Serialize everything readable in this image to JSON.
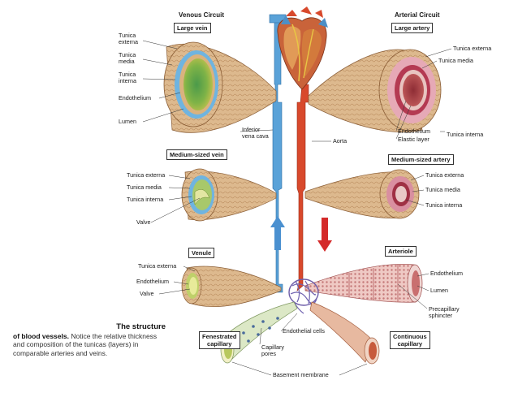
{
  "headers": {
    "venous": "Venous Circuit",
    "arterial": "Arterial Circuit"
  },
  "boxes": {
    "large_vein": "Large vein",
    "large_artery": "Large artery",
    "medium_vein": "Medium-sized vein",
    "medium_artery": "Medium-sized artery",
    "venule": "Venule",
    "arteriole": "Arteriole",
    "fenestrated_line1": "Fenestrated",
    "fenestrated_line2": "capillary",
    "continuous_line1": "Continuous",
    "continuous_line2": "capillary"
  },
  "labels": {
    "tunica_externa_line1": "Tunica",
    "tunica_externa_line2": "externa",
    "tunica_media_line1": "Tunica",
    "tunica_media_line2": "media",
    "tunica_interna_line1": "Tunica",
    "tunica_interna_line2": "interna",
    "endothelium": "Endothelium",
    "lumen": "Lumen",
    "tunica_externa": "Tunica externa",
    "tunica_media": "Tunica media",
    "tunica_interna": "Tunica interna",
    "elastic_layer": "Elastic layer",
    "inferior_line1": "Inferior",
    "inferior_line2": "vena cava",
    "aorta": "Aorta",
    "valve": "Valve",
    "precapillary_line1": "Precapillary",
    "precapillary_line2": "sphincter",
    "endothelial_cells": "Endothelial cells",
    "capillary_pores_line1": "Capillary",
    "capillary_pores_line2": "pores",
    "basement_membrane": "Basement membrane"
  },
  "caption": {
    "title_line1": "The structure",
    "title_line2": "of blood vessels.",
    "body": "Notice the relative thickness and composition of the tunicas (layers) in comparable arteries and veins."
  },
  "colors": {
    "vein_blue": "#5aa2d8",
    "artery_red": "#d8492c",
    "tissue_tan": "#d9b48a",
    "tissue_dark": "#b8895a",
    "endothelium_green": "#8fb04a",
    "lumen_pink": "#b14a4a",
    "arrow_blue": "#4a90d0",
    "arrow_red": "#d42a2a"
  }
}
